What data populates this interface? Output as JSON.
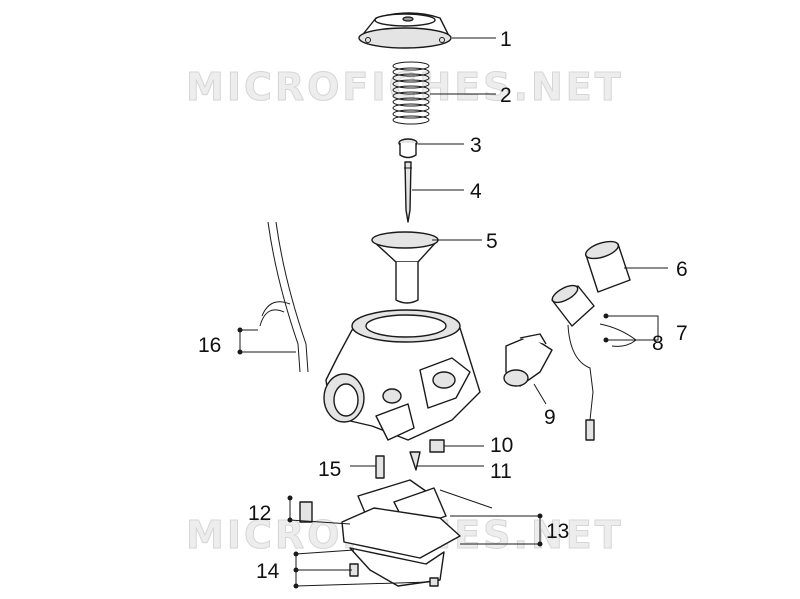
{
  "watermark": "MICROFICHES.NET",
  "callouts": [
    "1",
    "2",
    "3",
    "4",
    "5",
    "6",
    "7",
    "8",
    "9",
    "10",
    "11",
    "12",
    "13",
    "14",
    "15",
    "16"
  ],
  "colors": {
    "line": "#1a1a1a",
    "shade": "#e4e4e4",
    "watermark": "#ededed"
  }
}
